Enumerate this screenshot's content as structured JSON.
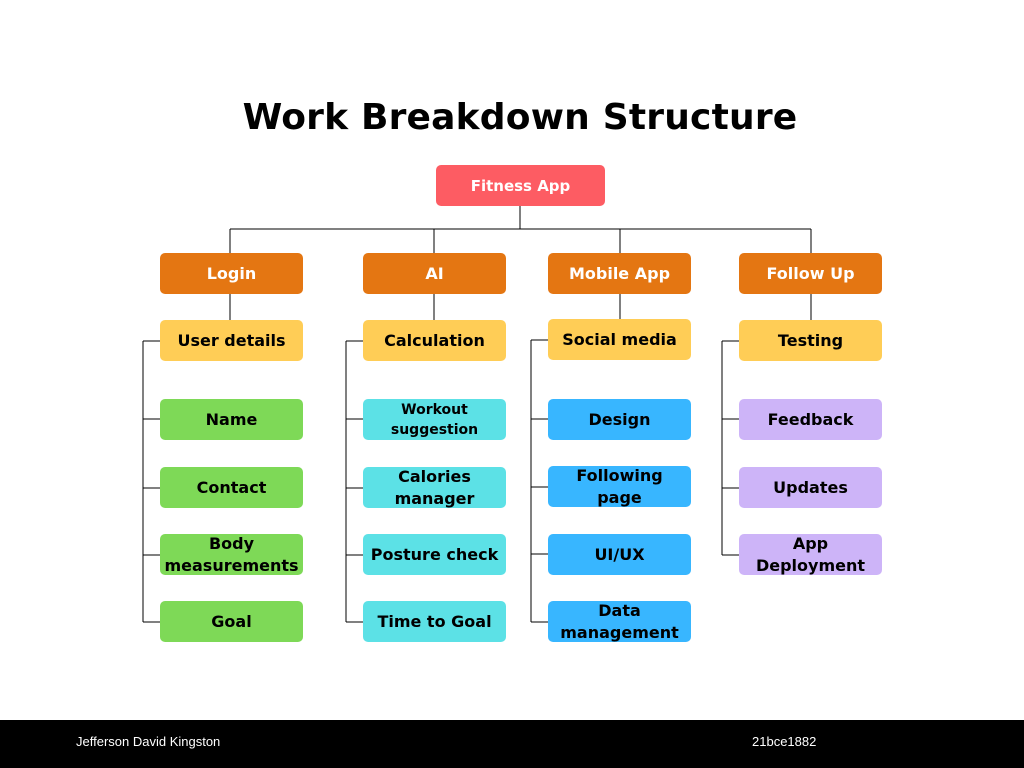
{
  "title": "Work Breakdown Structure",
  "colors": {
    "root": "#fd5c63",
    "header": "#e47612",
    "sub": "#ffcd56",
    "login": "#7ed957",
    "ai": "#5ce1e6",
    "mobile": "#38b6ff",
    "follow": "#cdb4f8",
    "line": "#000000"
  },
  "root": {
    "label": "Fitness App"
  },
  "columns": [
    {
      "header": "Login",
      "sub": "User details",
      "items": [
        "Name",
        "Contact",
        "Body measurements",
        "Goal"
      ]
    },
    {
      "header": "AI",
      "sub": "Calculation",
      "items": [
        "Workout suggestion",
        "Calories manager",
        "Posture check",
        "Time to Goal"
      ]
    },
    {
      "header": "Mobile App",
      "sub": "Social media",
      "items": [
        "Design",
        "Following page",
        "UI/UX",
        "Data management"
      ]
    },
    {
      "header": "Follow Up",
      "sub": "Testing",
      "items": [
        "Feedback",
        "Updates",
        "App Deployment"
      ]
    }
  ],
  "footer": {
    "author": "Jefferson David Kingston",
    "id": "21bce1882"
  }
}
